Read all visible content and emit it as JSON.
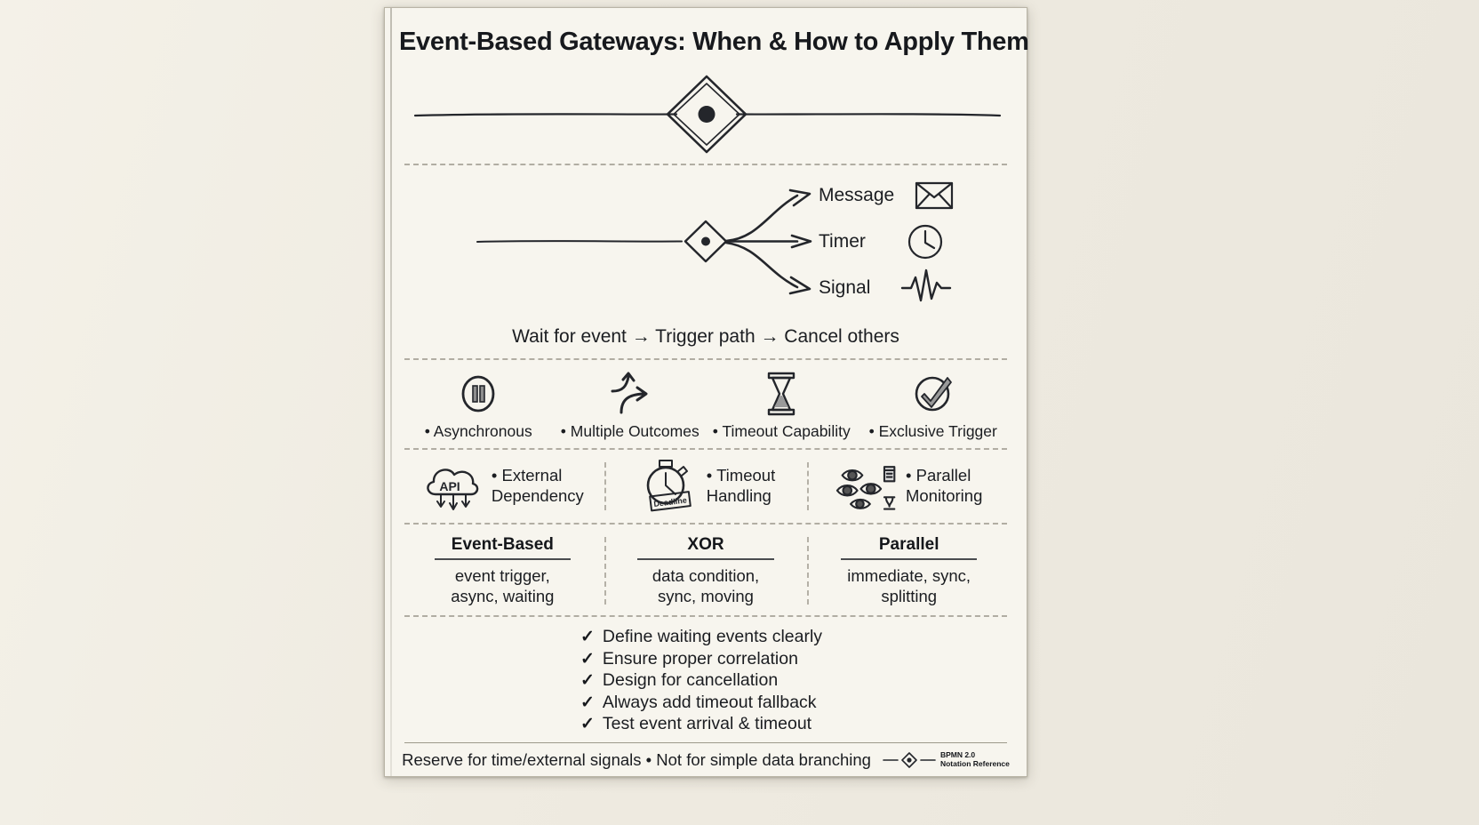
{
  "sheet": {
    "title": "Event-Based Gateways: When & How to Apply Them",
    "flow_caption": "Wait for event → Trigger path → Cancel others",
    "footer_note": "Reserve for time/external signals • Not for simple data branching",
    "badge_line1": "BPMN 2.0",
    "badge_line2": "Notation Reference"
  },
  "hero": {
    "icon": "event-based-gateway-diamond-icon",
    "marker": "filled-circle-event-marker"
  },
  "branches": [
    {
      "label": "Message",
      "icon": "envelope-icon"
    },
    {
      "label": "Timer",
      "icon": "clock-icon"
    },
    {
      "label": "Signal",
      "icon": "waveform-icon"
    }
  ],
  "features": [
    {
      "label": "• Asynchronous",
      "icon": "pause-circle-icon"
    },
    {
      "label": "• Multiple Outcomes",
      "icon": "branching-arrows-icon"
    },
    {
      "label": "• Timeout Capability",
      "icon": "hourglass-icon"
    },
    {
      "label": "• Exclusive Trigger",
      "icon": "check-circle-icon"
    }
  ],
  "usecases": [
    {
      "line1": "• External",
      "line2": "Dependency",
      "icon": "api-cloud-icon",
      "icon_text": "API"
    },
    {
      "line1": "• Timeout",
      "line2": "Handling",
      "icon": "stopwatch-deadline-icon",
      "icon_text": "Deadline"
    },
    {
      "line1": "• Parallel",
      "line2": "Monitoring",
      "icon": "multiple-eyes-icon"
    }
  ],
  "comparison": [
    {
      "head": "Event-Based",
      "line1": "event trigger,",
      "line2": "async, waiting"
    },
    {
      "head": "XOR",
      "line1": "data condition,",
      "line2": "sync, moving"
    },
    {
      "head": "Parallel",
      "line1": "immediate, sync,",
      "line2": "splitting"
    }
  ],
  "checklist": [
    "Define waiting events clearly",
    "Ensure proper correlation",
    "Design for cancellation",
    "Always add timeout fallback",
    "Test event arrival & timeout"
  ],
  "colors": {
    "paper": "#f7f5ee",
    "ink": "#24262b",
    "backdrop": "#f2efe6"
  }
}
